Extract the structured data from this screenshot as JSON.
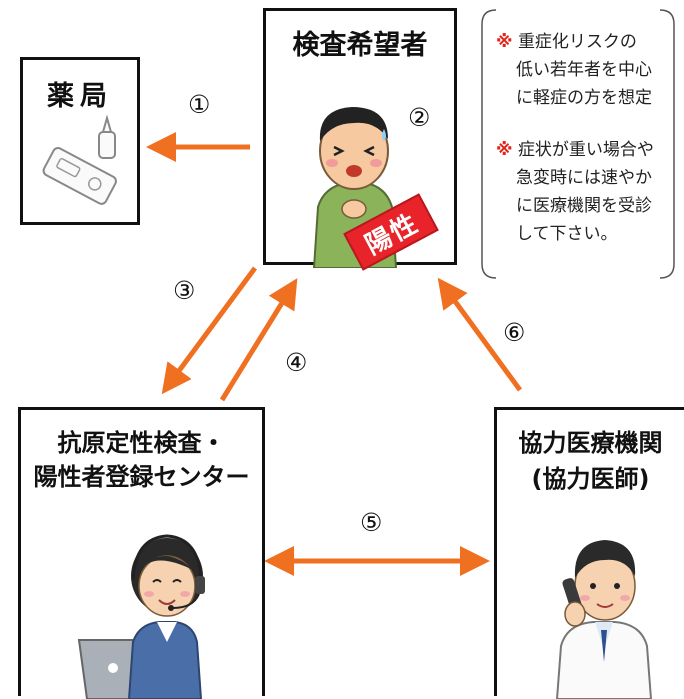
{
  "nodes": {
    "pharmacy": {
      "label": "薬局"
    },
    "applicant": {
      "label": "検査希望者",
      "badge": "陽性"
    },
    "center": {
      "line1": "抗原定性検査・",
      "line2": "陽性者登録センター"
    },
    "clinic": {
      "line1": "協力医療機関",
      "line2": "(協力医師)"
    }
  },
  "steps": [
    "①",
    "②",
    "③",
    "④",
    "⑤",
    "⑥"
  ],
  "notes": [
    {
      "mark": "※",
      "lines": [
        "重症化リスクの",
        "低い若年者を中心",
        "に軽症の方を想定"
      ]
    },
    {
      "mark": "※",
      "lines": [
        "症状が重い場合や",
        "急変時には速やか",
        "に医療機関を受診",
        "して下さい。"
      ]
    }
  ],
  "colors": {
    "arrow": "#f07022",
    "badge": "#e8232a",
    "border": "#111111",
    "note_mark": "#e2231a"
  },
  "icons": [
    "antigen-test-kit-icon",
    "sick-man-icon",
    "call-center-operator-icon",
    "doctor-on-phone-icon"
  ]
}
